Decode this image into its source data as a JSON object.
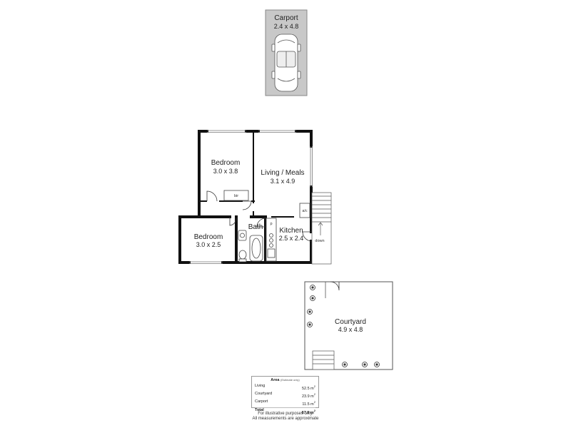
{
  "carport": {
    "name": "Carport",
    "dim": "2.4 x 4.8"
  },
  "bedroom1": {
    "name": "Bedroom",
    "dim": "3.0 x 3.8"
  },
  "living": {
    "name": "Living / Meals",
    "dim": "3.1 x 4.9"
  },
  "bedroom2": {
    "name": "Bedroom",
    "dim": "3.0 x 2.5"
  },
  "bath": {
    "name": "Bath"
  },
  "kitchen": {
    "name": "Kitchen",
    "dim": "2.5 x 2.4"
  },
  "courtyard": {
    "name": "Courtyard",
    "dim": "4.9 x 4.8"
  },
  "fixtures": {
    "bir": "bir",
    "ac": "a/c",
    "p": "p",
    "down": "down"
  },
  "area": {
    "title": "Area",
    "subtitle": "(Estimate only)",
    "rows": [
      {
        "label": "Living",
        "value": "52.5 m",
        "unit": "2"
      },
      {
        "label": "Courtyard",
        "value": "23.9 m",
        "unit": "2"
      },
      {
        "label": "Carport",
        "value": "11.5 m",
        "unit": "2"
      }
    ],
    "total": {
      "label": "Total",
      "value": "87.9 m",
      "unit": "2"
    }
  },
  "disclaimer": {
    "line1": "For illustrative purposes only.",
    "line2": "All measurements are approximate"
  }
}
